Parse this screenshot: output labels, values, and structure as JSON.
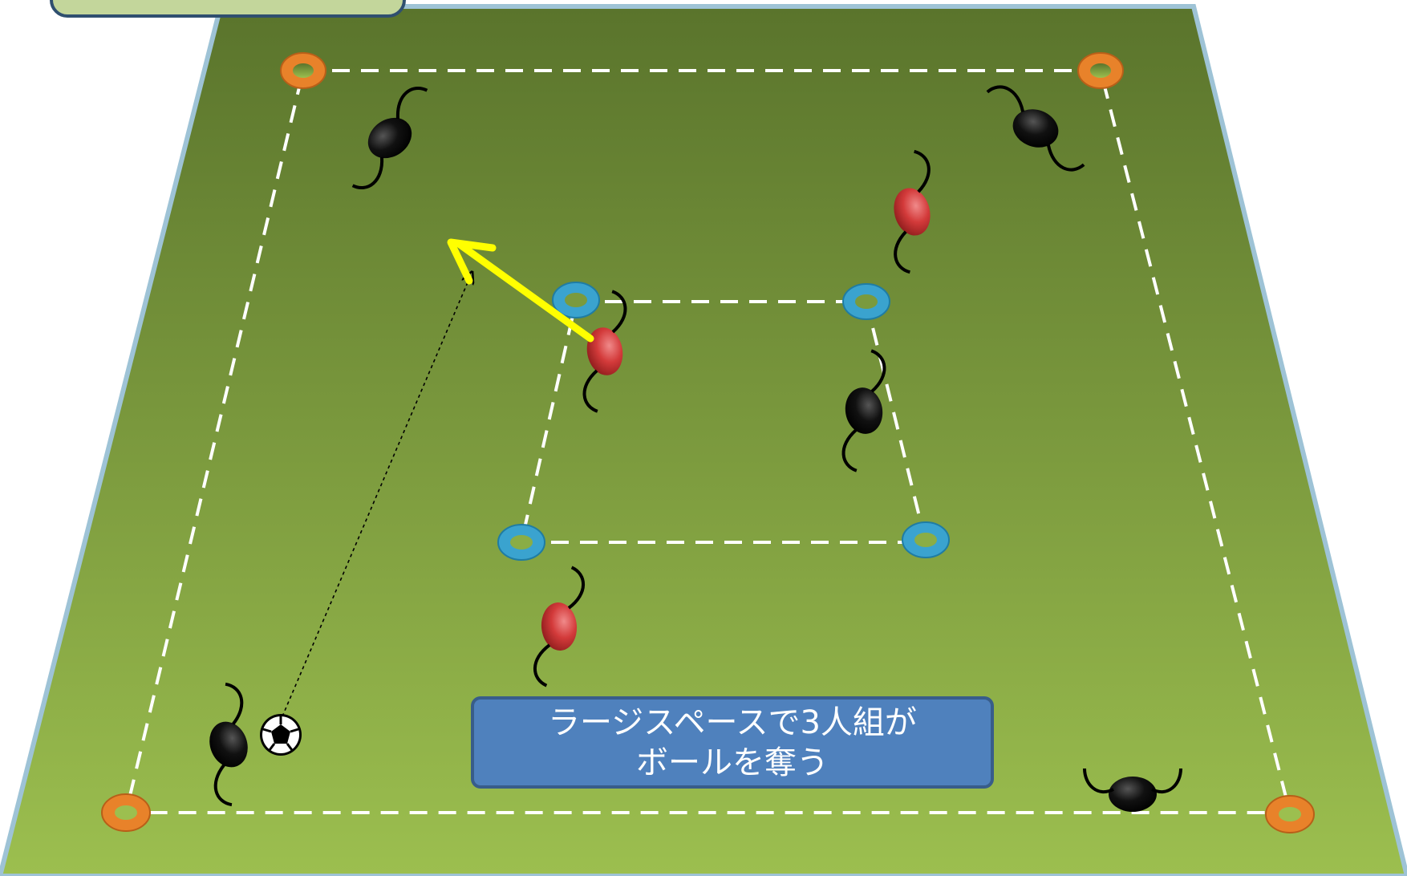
{
  "caption": {
    "line1": "ラージスペースで3人組が",
    "line2": "ボールを奪う"
  },
  "colors": {
    "pitch_top": "#5a742c",
    "pitch_bottom": "#9cbf4f",
    "pitch_edge": "#9ec3d6",
    "outer_cone": "#e8822a",
    "inner_cone": "#3aa3cf",
    "attacker": "#000000",
    "defender": "#d33a3a",
    "run_arrow": "#ffff00",
    "caption_fill": "#4f81bd",
    "tab_fill": "#c3d69b"
  },
  "legend_symbols": {
    "outer_area_markers": "orange-cone-icon",
    "inner_area_markers": "blue-cone-icon",
    "attackers": "black-player-icon",
    "defenders": "red-player-icon",
    "ball": "soccer-ball-icon",
    "pass": "dotted-pass-arrow",
    "run": "yellow-run-arrow"
  }
}
